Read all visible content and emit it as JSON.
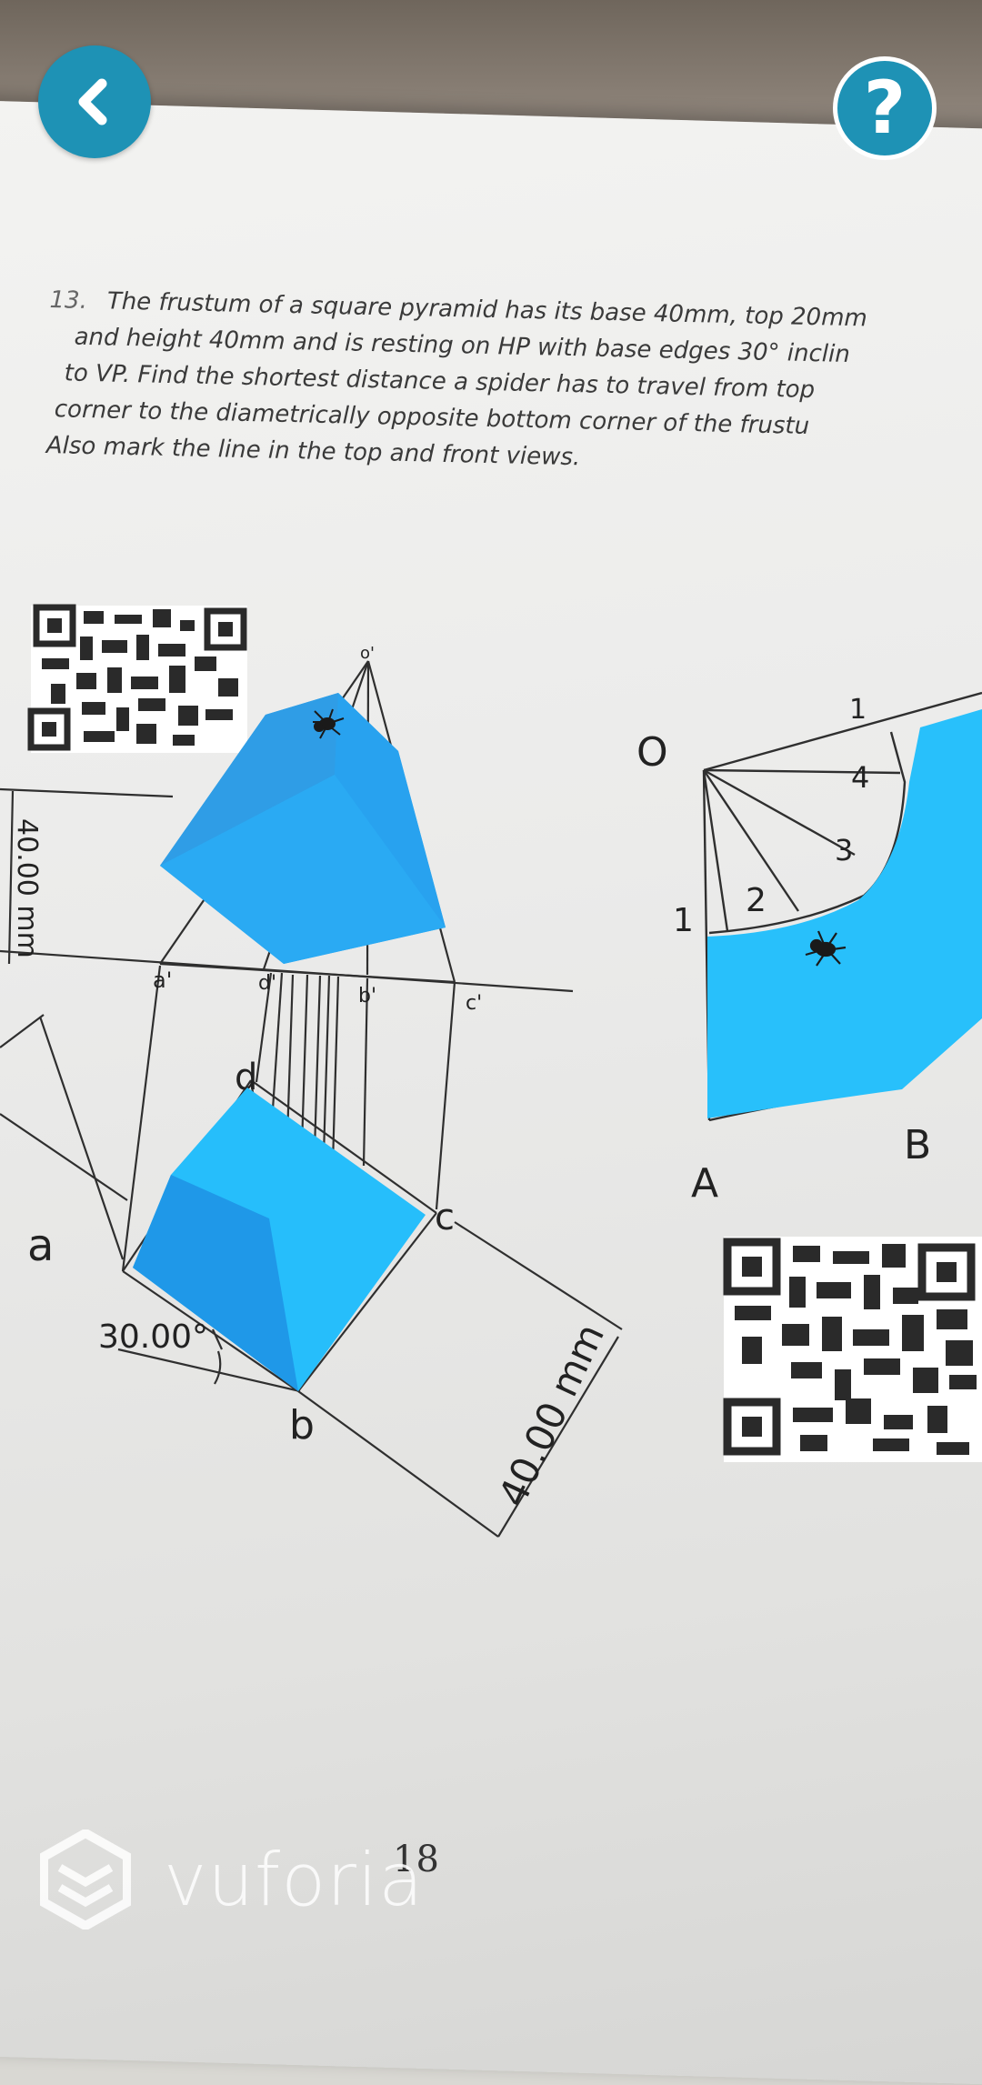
{
  "problem": {
    "number": "13.",
    "lines": [
      "The frustum of a square pyramid has its base 40mm, top 20mm",
      "and height 40mm and is resting on HP with base edges 30° inclin",
      "to VP. Find the shortest distance a spider has to travel from top",
      "corner to the diametrically opposite bottom corner of the frustu",
      "Also mark the line in the top and front views."
    ]
  },
  "drawing": {
    "front_view_labels": {
      "apex": "o'",
      "a": "a'",
      "d": "d'",
      "b": "b'",
      "c": "c'"
    },
    "top_view_labels": {
      "a": "a",
      "b": "b",
      "c": "c",
      "d": "d"
    },
    "dimension_height": "40.00 mm",
    "dimension_angle": "30.00°",
    "dimension_base": "40.00 mm",
    "development_labels": {
      "o": "O",
      "a": "A",
      "b": "B",
      "n1": "1",
      "n2": "2",
      "n3": "3",
      "n4": "4",
      "n1_top": "1"
    }
  },
  "page_number": "18",
  "watermark": "vuforia",
  "buttons": {
    "back_icon": "chevron-left-icon",
    "help_label": "?"
  },
  "colors": {
    "button": "#1e92b5",
    "model_light": "#29c0fb",
    "model_dark": "#1f95e6"
  }
}
